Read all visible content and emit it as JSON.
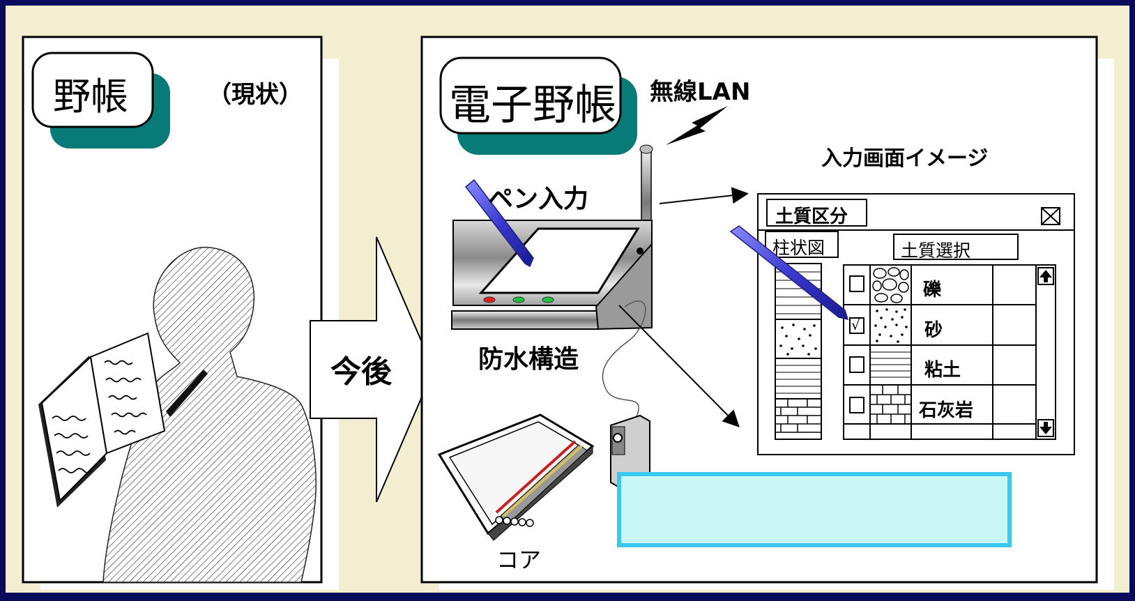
{
  "left_panel": {
    "title": "野帳",
    "subtitle": "（現状）"
  },
  "arrow_label": "今後",
  "right_panel": {
    "title": "電子野帳",
    "wireless_label": "無線LAN",
    "pen_input_label": "ペン入力",
    "waterproof_label": "防水構造",
    "core_label": "コア",
    "screen_image_label": "入力画面イメージ"
  },
  "input_screen": {
    "window_title": "土質区分",
    "close_icon": "close-box-icon",
    "column_tab": "柱状図",
    "soil_select_tab": "土質選択",
    "soil_options": [
      {
        "label": "礫",
        "checked": false,
        "pattern": "gravel"
      },
      {
        "label": "砂",
        "checked": true,
        "pattern": "sand"
      },
      {
        "label": "粘土",
        "checked": false,
        "pattern": "clay"
      },
      {
        "label": "石灰岩",
        "checked": false,
        "pattern": "limestone"
      }
    ],
    "check_mark": "√",
    "scroll_up_icon": "arrow-up-icon",
    "scroll_down_icon": "arrow-down-icon"
  },
  "colors": {
    "background": "#0b0b5e",
    "cream": "#f3eed2",
    "teal_shadow": "#087a78",
    "highlight_fill": "#c9f6f6",
    "highlight_border": "#3cc8ee",
    "pen_blue": "#4a4ad8"
  }
}
